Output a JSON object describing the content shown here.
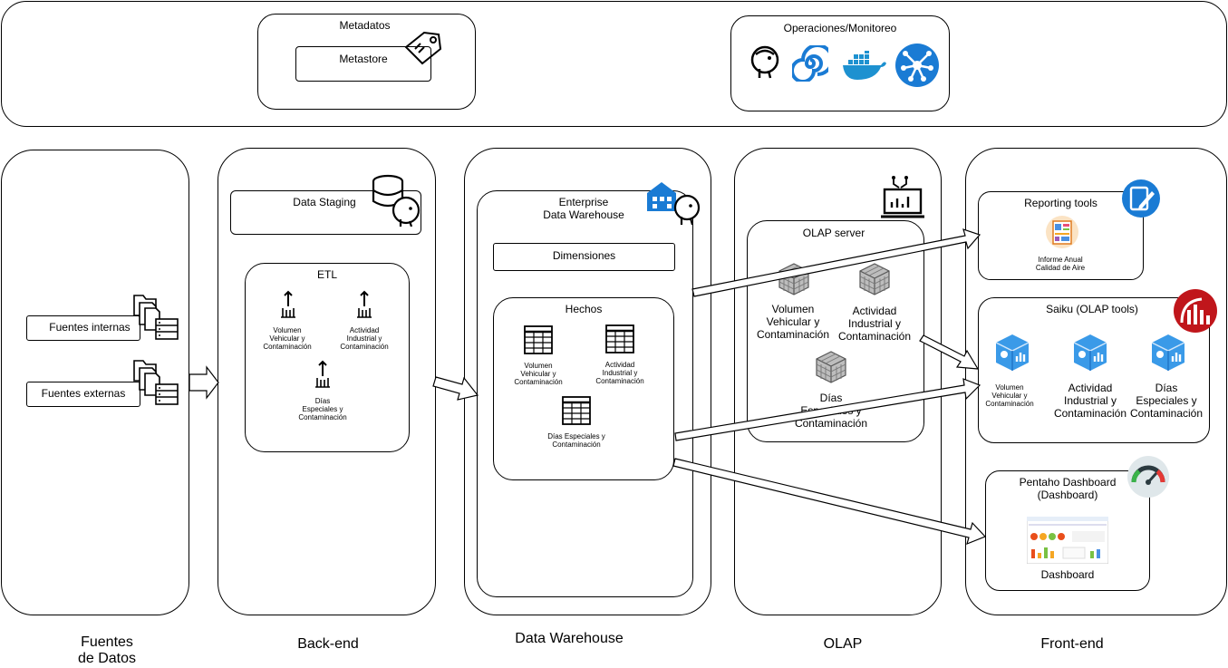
{
  "top": {
    "metadatos": {
      "title": "Metadatos",
      "metastore": "Metastore"
    },
    "operaciones": {
      "title": "Operaciones/Monitoreo",
      "icons": [
        "postgresql-icon",
        "spiral-logo-icon",
        "docker-icon",
        "network-hub-icon"
      ]
    }
  },
  "fuentes": {
    "internas": "Fuentes internas",
    "externas": "Fuentes externas"
  },
  "backend": {
    "staging": "Data Staging",
    "etl_title": "ETL",
    "etl_items": [
      "Volumen\nVehicular y\nContaminación",
      "Actividad\nIndustrial y\nContaminación",
      "Días\nEspeciales y\nContaminación"
    ]
  },
  "dw": {
    "title": "Enterprise\nData Warehouse",
    "dimensiones": "Dimensiones",
    "hechos": "Hechos",
    "items": [
      "Volumen\nVehicular y\nContaminación",
      "Actividad\nIndustrial y\nContaminación",
      "Días Especiales y\nContaminación"
    ]
  },
  "olap": {
    "server": "OLAP server",
    "cubes": [
      "Volumen\nVehicular y\nContaminación",
      "Actividad\nIndustrial y\nContaminación",
      "Días\nEspeciales y\nContaminación"
    ]
  },
  "frontend": {
    "reporting_title": "Reporting tools",
    "reporting_item": "Informe Anual\nCalidad de Aire",
    "saiku_title": "Saiku (OLAP tools)",
    "saiku_items": [
      "Volumen\nVehicular y\nContaminación",
      "Actividad\nIndustrial y\nContaminación",
      "Días\nEspeciales y\nContaminación"
    ],
    "pentaho_title": "Pentaho Dashboard\n(Dashboard)",
    "pentaho_item": "Dashboard"
  },
  "columns": [
    "Fuentes\nde Datos",
    "Back-end",
    "Data Warehouse",
    "OLAP",
    "Front-end"
  ],
  "colors": {
    "accent_blue": "#1a7bd4",
    "saiku_red": "#c0161b",
    "stroke": "#000000"
  }
}
